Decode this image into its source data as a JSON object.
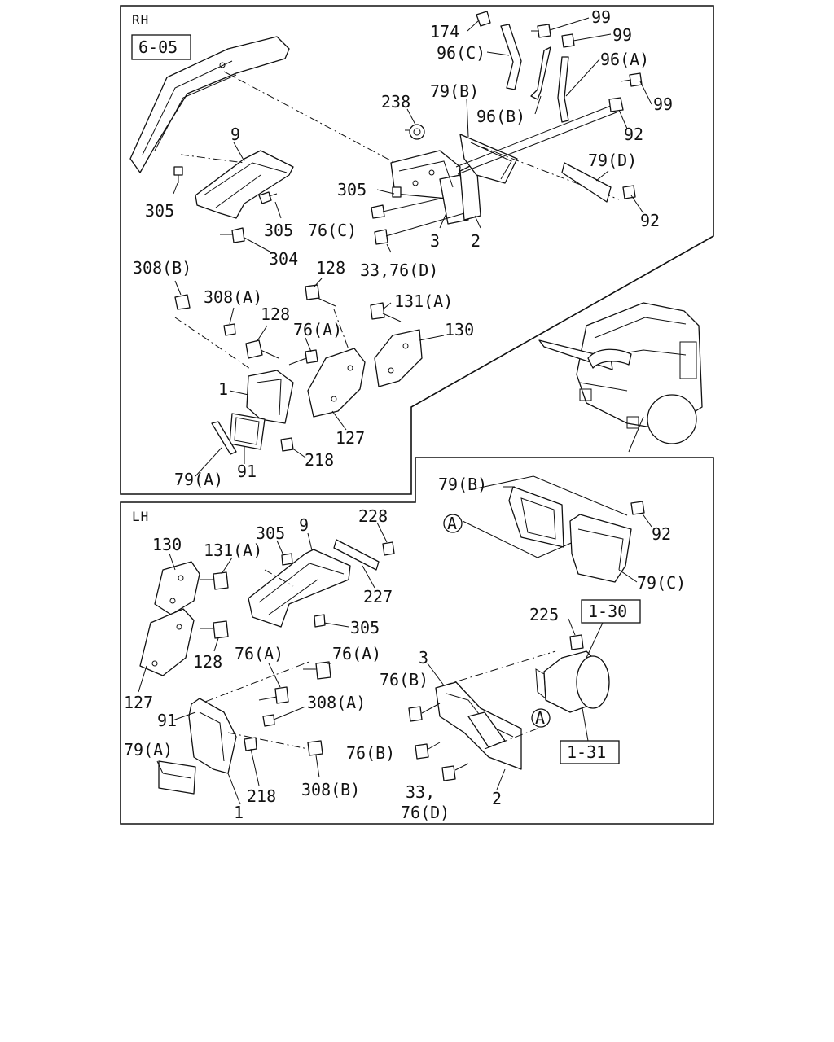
{
  "panels": {
    "rh": {
      "header": "RH",
      "ref_box": "6-05",
      "callouts": [
        "174",
        "96(C)",
        "99",
        "99",
        "96(A)",
        "99",
        "92",
        "238",
        "79(B)",
        "96(B)",
        "9",
        "305",
        "305",
        "305",
        "76(C)",
        "3",
        "2",
        "79(D)",
        "92",
        "304",
        "33,76(D)",
        "308(B)",
        "128",
        "308(A)",
        "131(A)",
        "128",
        "130",
        "76(A)",
        "1",
        "127",
        "218",
        "79(A)",
        "91"
      ]
    },
    "lh": {
      "header": "LH",
      "callouts": [
        "130",
        "131(A)",
        "305",
        "9",
        "228",
        "227",
        "305",
        "128",
        "127",
        "76(A)",
        "76(A)",
        "308(A)",
        "91",
        "79(A)",
        "218",
        "308(B)",
        "1",
        "225",
        "3",
        "76(B)",
        "76(B)",
        "33,",
        "76(D)",
        "2"
      ],
      "ref_boxes": [
        "1-30",
        "1-31"
      ],
      "circle_marker": "A"
    },
    "detail": {
      "circle_marker": "A",
      "callouts": [
        "79(B)",
        "92",
        "79(C)"
      ]
    }
  }
}
